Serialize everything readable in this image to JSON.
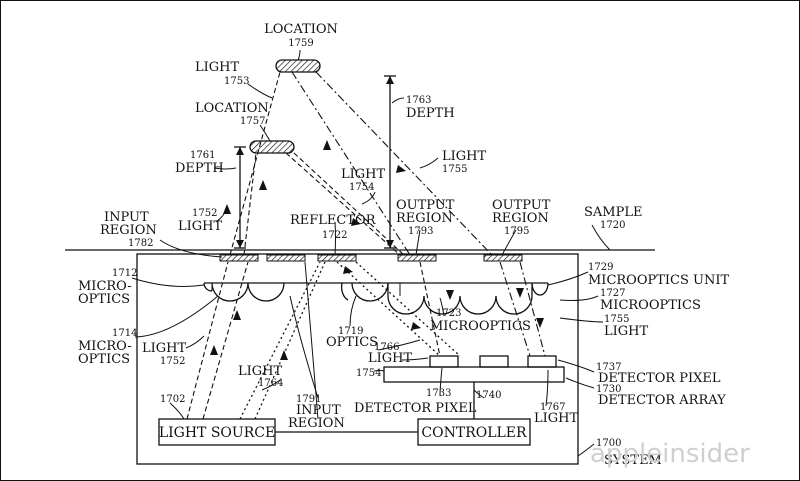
{
  "labels": {
    "location_1759": "LOCATION",
    "num_1759": "1759",
    "light_1753": "LIGHT",
    "num_1753": "1753",
    "location_1757": "LOCATION",
    "num_1757": "1757",
    "depth_1763": "DEPTH",
    "num_1763": "1763",
    "depth_1761": "DEPTH",
    "num_1761": "1761",
    "light_1754": "LIGHT",
    "num_1754": "1754",
    "light_1755_top": "LIGHT",
    "num_1755_top": "1755",
    "light_1752_top": "LIGHT",
    "num_1752_top": "1752",
    "input_region_a": "INPUT",
    "input_region_b": "REGION",
    "num_1782": "1782",
    "reflector": "REFLECTOR",
    "num_1722": "1722",
    "output_region_1_a": "OUTPUT",
    "output_region_1_b": "REGION",
    "num_1793": "1793",
    "output_region_2_a": "OUTPUT",
    "output_region_2_b": "REGION",
    "num_1795": "1795",
    "sample": "SAMPLE",
    "num_1720": "1720",
    "num_1712": "1712",
    "micro_a": "MICRO-",
    "micro_b": "OPTICS",
    "num_1714": "1714",
    "micro2_a": "MICRO-",
    "micro2_b": "OPTICS",
    "num_1729": "1729",
    "microoptics_unit": "MICROOPTICS UNIT",
    "num_1727": "1727",
    "microoptics_1727": "MICROOPTICS",
    "num_1755_bottom": "1755",
    "light_1755_bottom": "LIGHT",
    "num_1723": "1723",
    "microoptics_1723": "MICROOPTICS",
    "num_1719": "1719",
    "optics": "OPTICS",
    "num_1766": "1766",
    "light_1766": "LIGHT",
    "light_1752_bottom": "LIGHT",
    "num_1752_bottom": "1752",
    "num_1754_bottom": "1754",
    "num_1764": "1764",
    "light_1764": "LIGHT",
    "num_1737": "1737",
    "detector_pixel_1737": "DETECTOR PIXEL",
    "num_1730": "1730",
    "detector_array": "DETECTOR ARRAY",
    "num_1733": "1733",
    "detector_pixel_1733": "DETECTOR PIXEL",
    "num_1702": "1702",
    "num_1791": "1791",
    "input_region_1791_a": "INPUT",
    "input_region_1791_b": "REGION",
    "num_1740": "1740",
    "num_1767": "1767",
    "light_1767": "LIGHT",
    "num_1700": "1700",
    "system": "SYSTEM",
    "light_source": "LIGHT SOURCE",
    "controller": "CONTROLLER",
    "watermark": "appleinsider"
  },
  "colors": {
    "ink": "#111111",
    "watermark": "#cfcfcf",
    "background": "#ffffff"
  }
}
